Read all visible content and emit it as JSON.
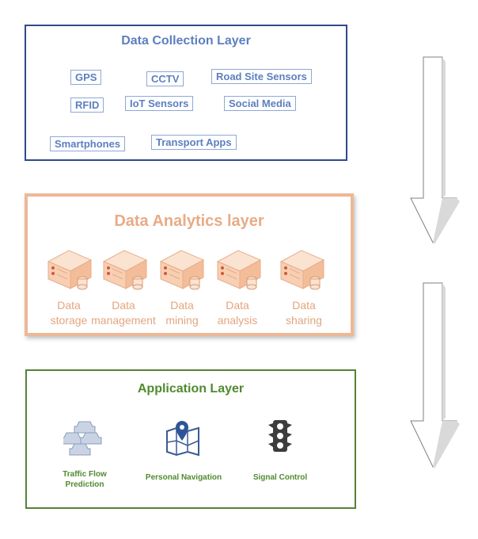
{
  "collection": {
    "title": "Data Collection Layer",
    "sources": [
      "GPS",
      "CCTV",
      "Road Site Sensors",
      "RFID",
      "IoT Sensors",
      "Social Media",
      "Smartphones",
      "Transport Apps"
    ]
  },
  "analytics": {
    "title": "Data Analytics layer",
    "servers": [
      {
        "line1": "Data",
        "line2": "storage"
      },
      {
        "line1": "Data",
        "line2": "management"
      },
      {
        "line1": "Data",
        "line2": "mining"
      },
      {
        "line1": "Data",
        "line2": "analysis"
      },
      {
        "line1": "Data",
        "line2": "sharing"
      }
    ]
  },
  "application": {
    "title": "Application Layer",
    "apps": [
      {
        "line1": "Traffic Flow",
        "line2": "Prediction",
        "icon": "traffic-jam-icon"
      },
      {
        "line1": "Personal Navigation",
        "line2": "",
        "icon": "map-pin-icon"
      },
      {
        "line1": "Signal Control",
        "line2": "",
        "icon": "traffic-light-icon"
      }
    ]
  },
  "colors": {
    "collection_border": "#2e4a8c",
    "collection_text": "#5c7fbf",
    "analytics_border": "#edb896",
    "analytics_text": "#e8ab86",
    "application_border": "#548235",
    "application_text": "#4f8a2e"
  }
}
